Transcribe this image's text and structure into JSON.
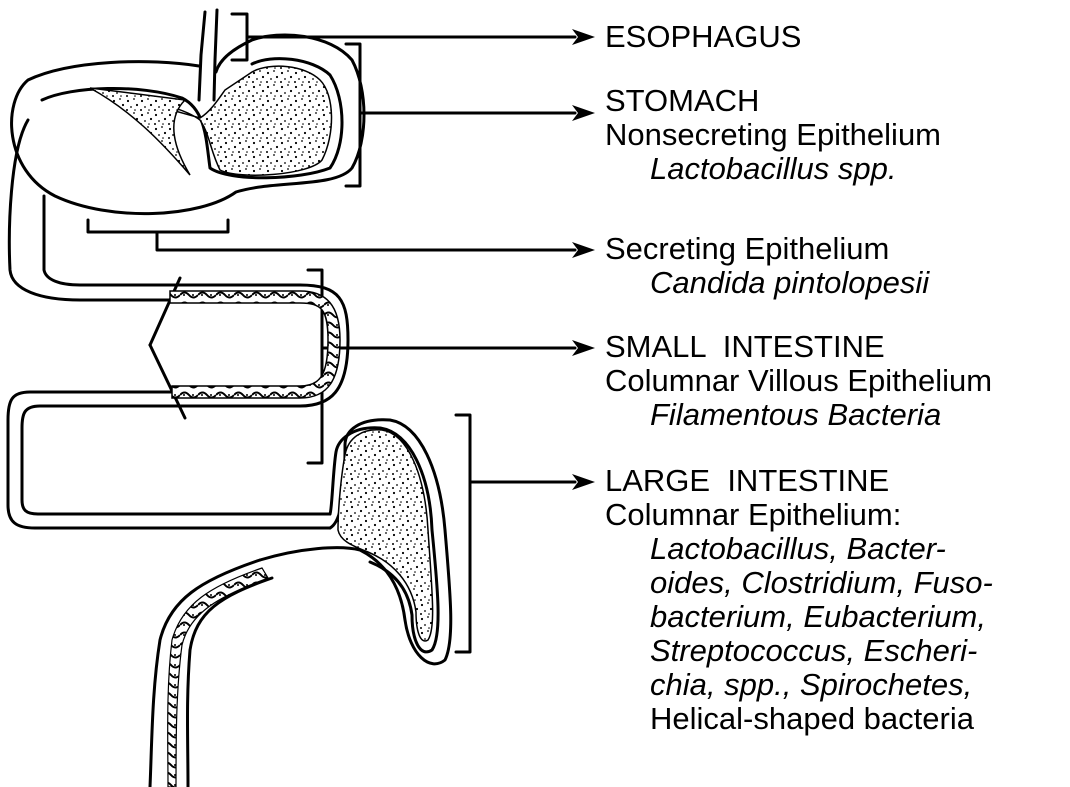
{
  "diagram": {
    "colors": {
      "ink": "#000000",
      "paper": "#ffffff"
    },
    "labels": {
      "esophagus": {
        "title": "ESOPHAGUS"
      },
      "stomach": {
        "title": "STOMACH",
        "epithelium": "Nonsecreting Epithelium",
        "organism": "Lactobacillus spp."
      },
      "secreting": {
        "title": "Secreting Epithelium",
        "organism": "Candida pintolopesii"
      },
      "small_intestine": {
        "title": "SMALL  INTESTINE",
        "epithelium": "Columnar Villous Epithelium",
        "organism": "Filamentous Bacteria"
      },
      "large_intestine": {
        "title": "LARGE  INTESTINE",
        "epithelium": "Columnar Epithelium:",
        "organisms": [
          "Lactobacillus, Bacter-",
          "oides, Clostridium, Fuso-",
          "bacterium, Eubacterium,",
          "Streptococcus, Escheri-",
          "chia, spp., Spirochetes,",
          "Helical-shaped bacteria"
        ]
      }
    }
  }
}
